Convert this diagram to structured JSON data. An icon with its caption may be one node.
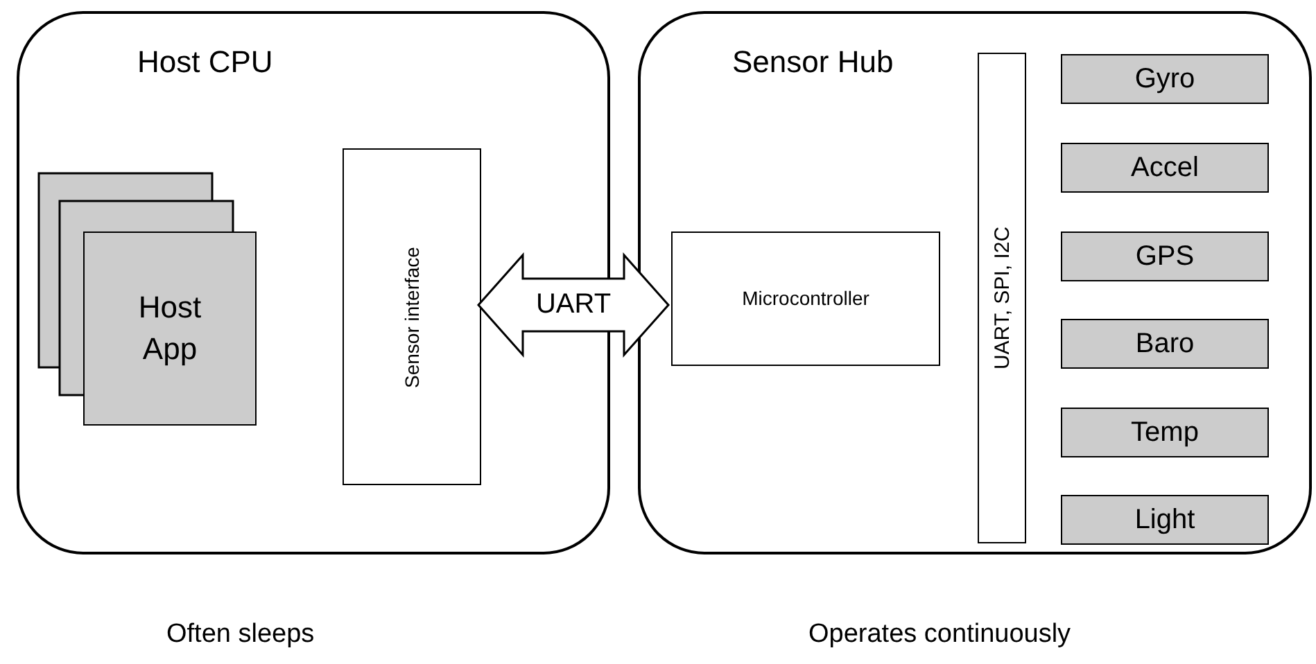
{
  "diagram": {
    "nodes": [
      {
        "text": [
          "Host CPU"
        ],
        "beside": [
          "Often sleeps"
        ]
      },
      {
        "text": [
          "Host App"
        ],
        "in": 0
      },
      {
        "text": [
          "Sensor interface"
        ],
        "in": 0
      },
      {
        "text": [
          "Sensor Hub"
        ],
        "beside": [
          "Operates continuously"
        ]
      },
      {
        "text": [
          "Microcontroller"
        ],
        "in": 3
      },
      {
        "text": [
          "UART, SPI, I2C"
        ],
        "in": 3
      },
      {
        "text": [
          "Gyro"
        ],
        "in": 3
      },
      {
        "text": [
          "Accel"
        ],
        "in": 3
      },
      {
        "text": [
          "GPS"
        ],
        "in": 3
      },
      {
        "text": [
          "Baro"
        ],
        "in": 3
      },
      {
        "text": [
          "Temp"
        ],
        "in": 3
      },
      {
        "text": [
          "Light"
        ],
        "in": 3
      }
    ],
    "edges": [
      {
        "from": 2,
        "to": 4,
        "arrow": "both",
        "label": "UART"
      }
    ]
  }
}
